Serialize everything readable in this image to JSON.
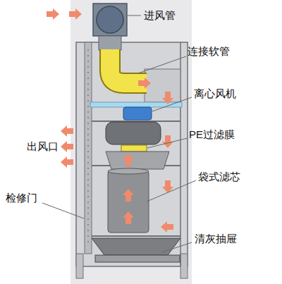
{
  "diagram": {
    "labels": [
      "进风管",
      "连接软管",
      "离心风机",
      "出风口",
      "PE过滤膜",
      "袋式滤芯",
      "检修门",
      "清灰抽屉"
    ]
  }
}
